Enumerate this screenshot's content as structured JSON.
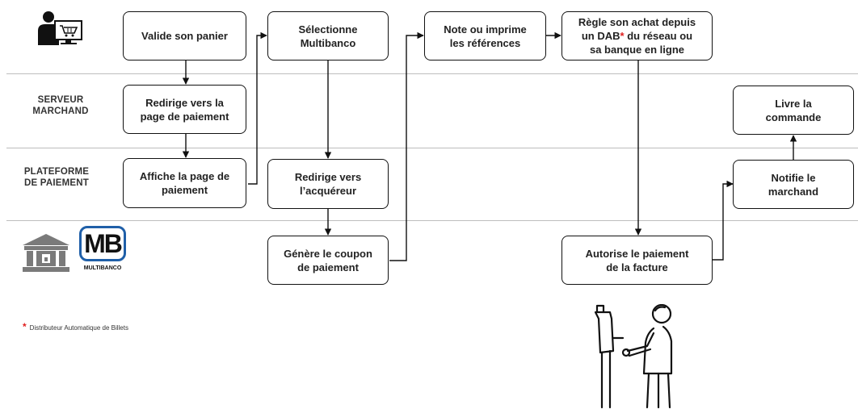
{
  "lanes": [
    {
      "label": ""
    },
    {
      "label": "SERVEUR\nMARCHAND"
    },
    {
      "label": "PLATEFORME\nDE PAIEMENT"
    },
    {
      "label": ""
    }
  ],
  "icons": {
    "customer": "customer-at-computer-icon",
    "bank": "bank-building-icon",
    "mb_logo_text": "MB",
    "mb_logo_caption": "MULTIBANCO",
    "atm_user": "person-at-atm-icon"
  },
  "steps": {
    "valide_panier": "Valide son panier",
    "selectionne_mb": "Sélectionne\nMultibanco",
    "note_references": "Note ou imprime\nles références",
    "regle_achat_1": "Règle son achat depuis\nun DAB",
    "regle_achat_star": "*",
    "regle_achat_2": " du réseau ou\nsa banque en ligne",
    "redirige_paiement": "Redirige vers la\npage de paiement",
    "livre_commande": "Livre la\ncommande",
    "affiche_page": "Affiche la page de\npaiement",
    "redirige_acquereur": "Redirige vers\nl’acquéreur",
    "notifie_marchand": "Notifie le\nmarchand",
    "genere_coupon": "Génère le coupon\nde paiement",
    "autorise_paiement": "Autorise le paiement\nde la facture"
  },
  "footnote": {
    "star": "*",
    "text": "Distributeur  Automatique de Billets"
  },
  "colors": {
    "box_border": "#111111",
    "lane_line": "#bdbdbd",
    "accent_star": "#e02020",
    "mb_blue": "#1f5fa8",
    "icon_gray": "#7a7a7a"
  }
}
